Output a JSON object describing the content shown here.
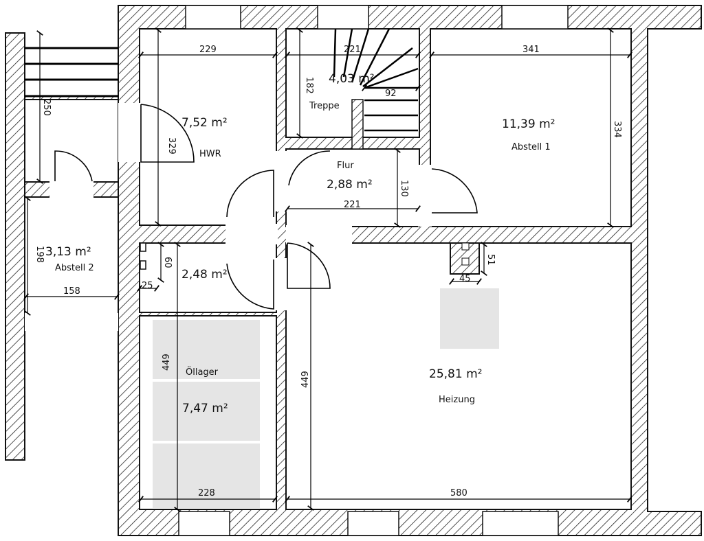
{
  "rooms": {
    "hwr": {
      "name": "HWR",
      "area": "7,52 m²"
    },
    "treppe": {
      "name": "Treppe",
      "area": "4,03 m²"
    },
    "abstell1": {
      "name": "Abstell 1",
      "area": "11,39 m²"
    },
    "flur": {
      "name": "Flur",
      "area": "2,88 m²"
    },
    "abstell2": {
      "name": "Abstell 2",
      "area": "3,13 m²"
    },
    "small": {
      "area": "2,48 m²"
    },
    "oellager": {
      "name": "Öllager",
      "area": "7,47 m²"
    },
    "heizung": {
      "name": "Heizung",
      "area": "25,81 m²"
    }
  },
  "dims": {
    "hwr_w": "229",
    "hwr_h": "329",
    "treppe_w": "221",
    "treppe_h": "182",
    "treppe_step": "92",
    "abstell1_w": "341",
    "abstell1_h": "334",
    "flur_w": "221",
    "flur_h": "130",
    "outer_h": "250",
    "abstell2_w": "158",
    "abstell2_h": "198",
    "small_h": "60",
    "small_w": "25",
    "oel_w": "228",
    "oel_h": "449",
    "heiz_w": "580",
    "heiz_h": "449",
    "chimney_w": "45",
    "chimney_h": "51"
  }
}
